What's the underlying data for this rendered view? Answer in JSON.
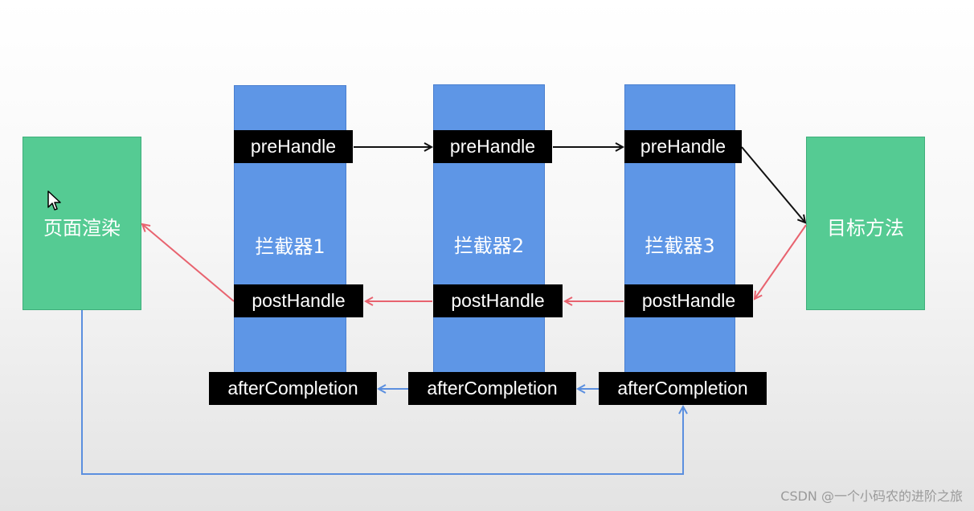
{
  "diagram": {
    "left_box": {
      "label": "页面渲染"
    },
    "right_box": {
      "label": "目标方法"
    },
    "interceptors": [
      {
        "label": "拦截器1",
        "pre": "preHandle",
        "post": "postHandle",
        "after": "afterCompletion"
      },
      {
        "label": "拦截器2",
        "pre": "preHandle",
        "post": "postHandle",
        "after": "afterCompletion"
      },
      {
        "label": "拦截器3",
        "pre": "preHandle",
        "post": "postHandle",
        "after": "afterCompletion"
      }
    ]
  },
  "colors": {
    "interceptor_column": "#5e96e6",
    "endpoint_box": "#55cb93",
    "tag_background": "#000000",
    "pre_arrow": "#111111",
    "post_arrow": "#e8636f",
    "after_arrow": "#5b8fdf"
  },
  "watermark": "CSDN @一个小码农的进阶之旅"
}
